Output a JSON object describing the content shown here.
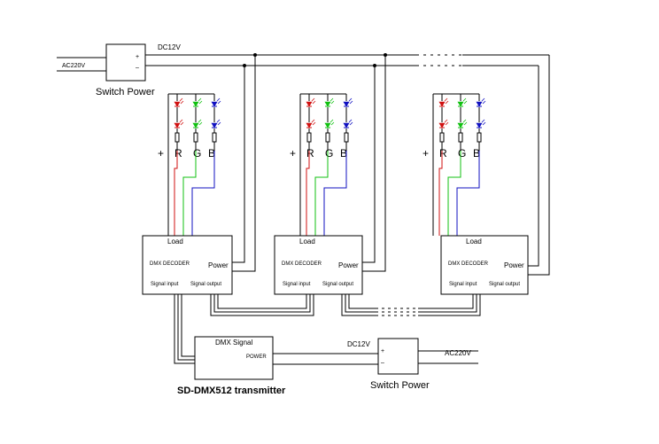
{
  "top_supply": {
    "ac_label": "AC220V",
    "dc_label": "DC12V",
    "plus": "+",
    "minus": "–",
    "name": "Switch Power"
  },
  "bottom_supply": {
    "ac_label": "AC220V",
    "dc_label": "DC12V",
    "plus": "+",
    "minus": "–",
    "name": "Switch Power"
  },
  "transmitter": {
    "heading": "DMX Signal",
    "power_label": "POWER",
    "name": "SD-DMX512  transmitter"
  },
  "decoders": [
    {
      "load_label": "Load",
      "title": "DMX DECODER",
      "power_label": "Power",
      "signal_input_label": "Signal input",
      "signal_output_label": "Signal output",
      "channels": {
        "plus": "+",
        "r": "R",
        "g": "G",
        "b": "B"
      }
    },
    {
      "load_label": "Load",
      "title": "DMX DECODER",
      "power_label": "Power",
      "signal_input_label": "Signal input",
      "signal_output_label": "Signal output",
      "channels": {
        "plus": "+",
        "r": "R",
        "g": "G",
        "b": "B"
      }
    },
    {
      "load_label": "Load",
      "title": "DMX DECODER",
      "power_label": "Power",
      "signal_input_label": "Signal input",
      "signal_output_label": "Signal output",
      "channels": {
        "plus": "+",
        "r": "R",
        "g": "G",
        "b": "B"
      }
    }
  ],
  "colors": {
    "red": "#d01010",
    "green": "#10c010",
    "blue": "#1010c0",
    "line": "#000000"
  }
}
